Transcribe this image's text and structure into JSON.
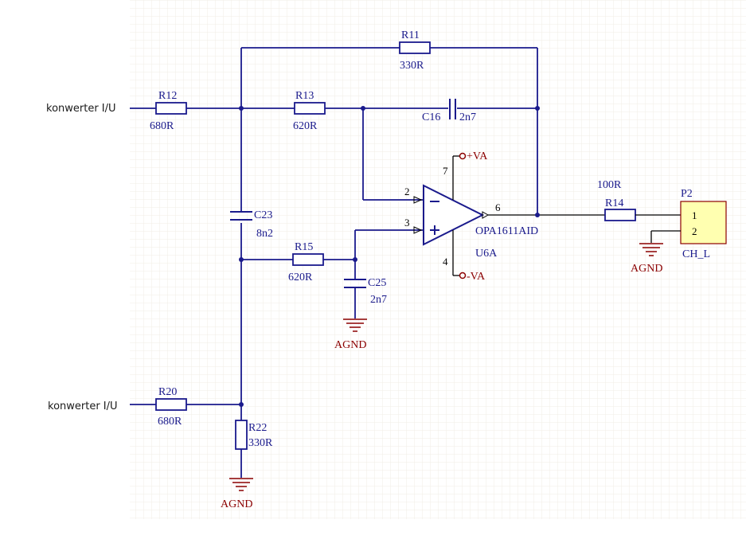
{
  "inputs": {
    "top": "konwerter I/U",
    "bottom": "konwerter I/U"
  },
  "components": {
    "r11": {
      "ref": "R11",
      "value": "330R"
    },
    "r12": {
      "ref": "R12",
      "value": "680R"
    },
    "r13": {
      "ref": "R13",
      "value": "620R"
    },
    "r14": {
      "ref": "R14",
      "value": "100R"
    },
    "r15": {
      "ref": "R15",
      "value": "620R"
    },
    "r20": {
      "ref": "R20",
      "value": "680R"
    },
    "r22": {
      "ref": "R22",
      "value": "330R"
    },
    "c16": {
      "ref": "C16",
      "value": "2n7"
    },
    "c23": {
      "ref": "C23",
      "value": "8n2"
    },
    "c25": {
      "ref": "C25",
      "value": "2n7"
    },
    "opamp": {
      "part": "OPA1611AID",
      "ref": "U6A",
      "pins": {
        "inv": "2",
        "noninv": "3",
        "out": "6",
        "vpos": "7",
        "vneg": "4"
      }
    },
    "connector": {
      "ref": "P2",
      "name": "CH_L",
      "pin1": "1",
      "pin2": "2"
    }
  },
  "power": {
    "vpos": "+VA",
    "vneg": "-VA",
    "ground": "AGND"
  },
  "colors": {
    "wire": "#1a1a8c",
    "power": "#8b0000",
    "connector_fill": "#ffffb0",
    "grid": "#f1ede6"
  }
}
